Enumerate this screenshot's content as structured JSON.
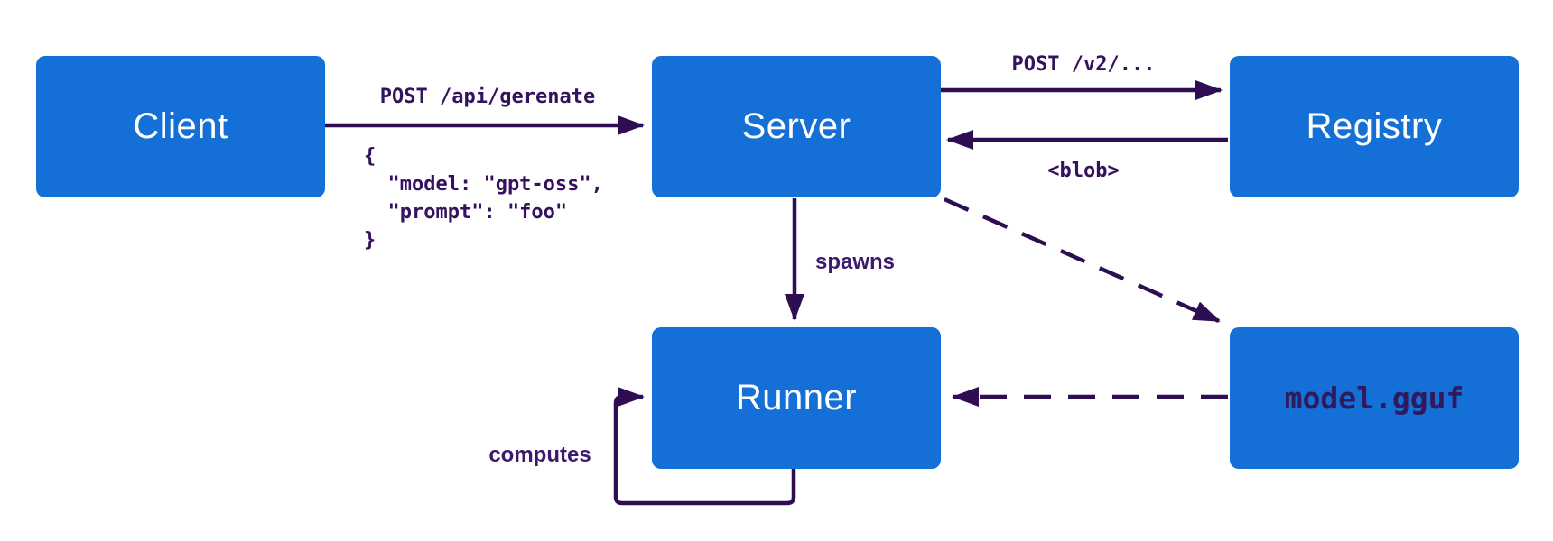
{
  "diagram": {
    "background_color": "#ffffff",
    "box_color": "#1470d6",
    "line_color": "#2e0d52",
    "nodes": {
      "client": "Client",
      "server": "Server",
      "registry": "Registry",
      "runner": "Runner",
      "model_file": "model.gguf"
    },
    "labels": {
      "client_to_server": "POST /api/gerenate",
      "request_body": "{\n  \"model: \"gpt-oss\",\n  \"prompt\": \"foo\"\n}",
      "server_to_registry": "POST /v2/...",
      "registry_to_server": "<blob>",
      "server_to_runner": "spawns",
      "runner_self_loop": "computes"
    }
  }
}
